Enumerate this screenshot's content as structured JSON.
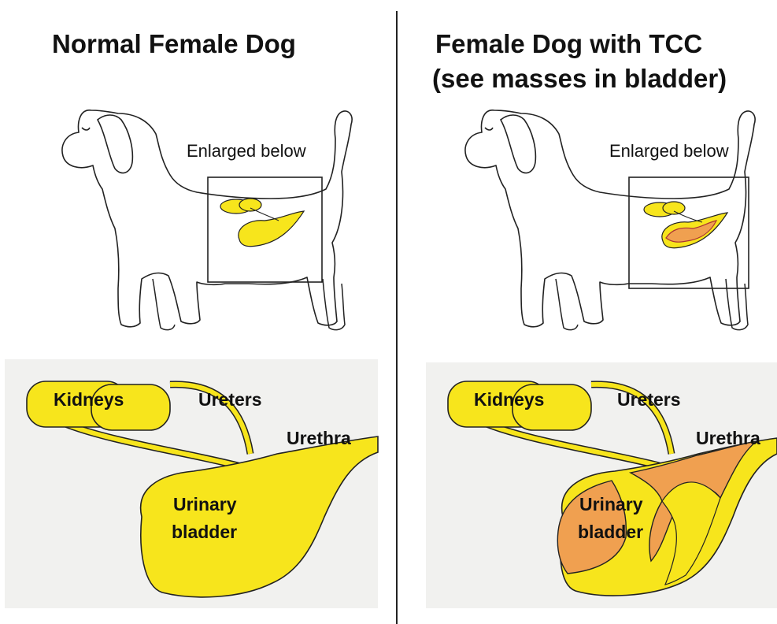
{
  "left": {
    "title": "Normal Female Dog",
    "enlarged_note": "Enlarged below",
    "labels": {
      "kidneys": "Kidneys",
      "ureters": "Ureters",
      "urethra": "Urethra",
      "bladder_line1": "Urinary",
      "bladder_line2": "bladder"
    }
  },
  "right": {
    "title_line1": "Female Dog with TCC",
    "title_line2": "(see masses in bladder)",
    "enlarged_note": "Enlarged below",
    "labels": {
      "kidneys": "Kidneys",
      "ureters": "Ureters",
      "urethra": "Urethra",
      "bladder_line1": "Urinary",
      "bladder_line2": "bladder"
    }
  },
  "colors": {
    "organ_yellow": "#f7e51c",
    "tumor_orange": "#f0a050",
    "outline": "#222222",
    "panel_bg": "#f1f1ef"
  }
}
